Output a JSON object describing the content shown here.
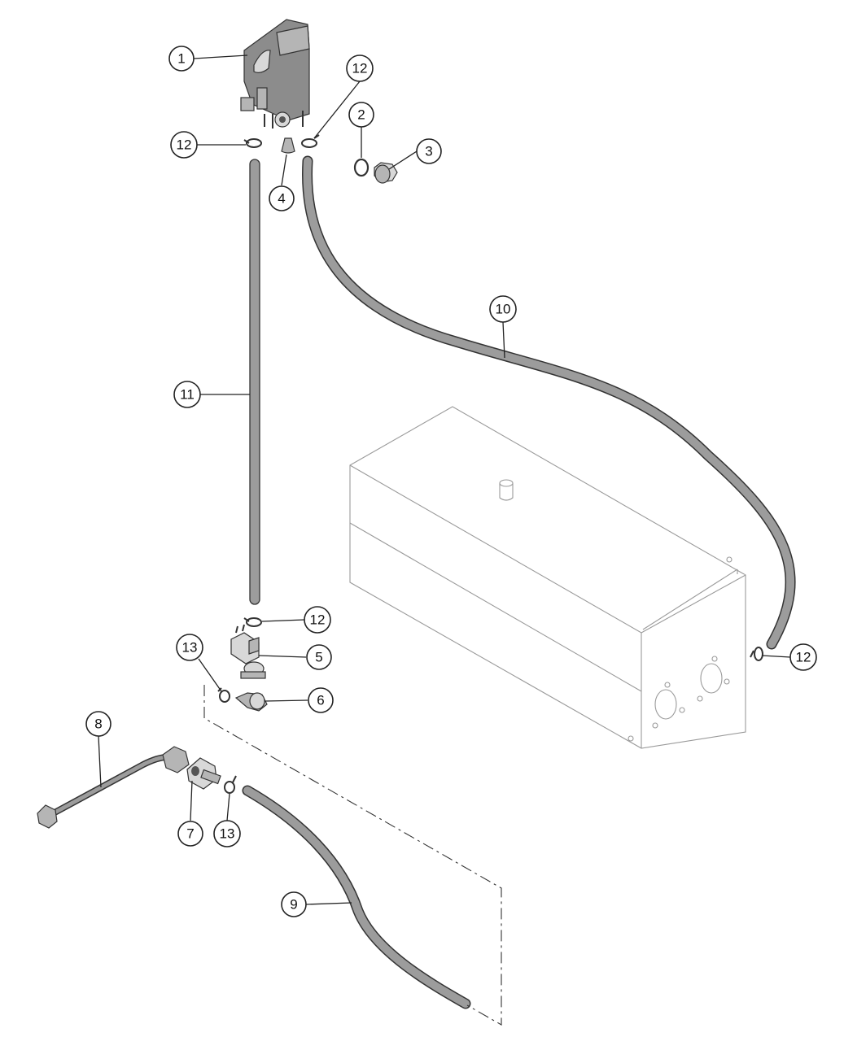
{
  "callouts": {
    "c1": "1",
    "c2": "2",
    "c3": "3",
    "c4": "4",
    "c5": "5",
    "c6": "6",
    "c7": "7",
    "c8": "8",
    "c9": "9",
    "c10": "10",
    "c11": "11",
    "c12a": "12",
    "c12b": "12",
    "c12c": "12",
    "c12d": "12",
    "c13a": "13",
    "c13b": "13"
  }
}
